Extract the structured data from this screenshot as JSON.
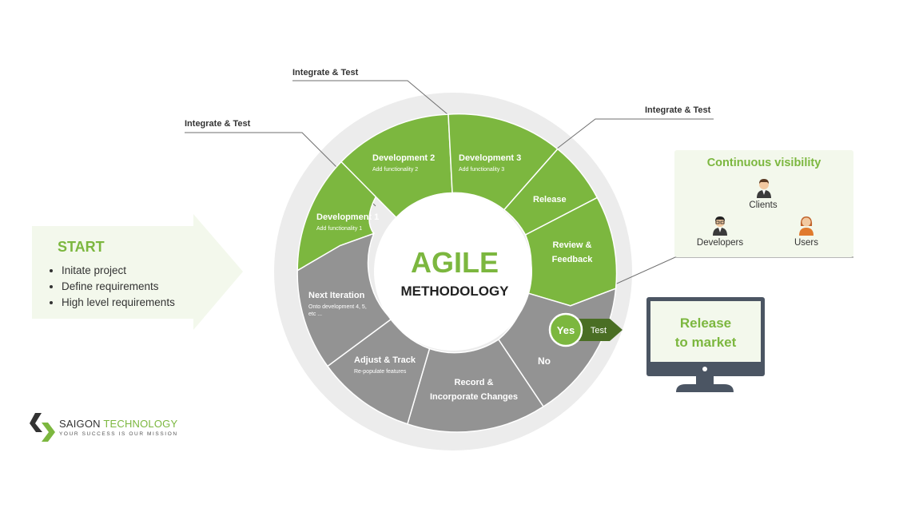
{
  "start": {
    "title": "START",
    "items": [
      "Initate project",
      "Define requirements",
      "High level requirements"
    ]
  },
  "center": {
    "title": "AGILE",
    "subtitle": "METHODOLOGY"
  },
  "segments": {
    "dev1": {
      "title": "Development 1",
      "sub": "Add functionality 1"
    },
    "dev2": {
      "title": "Development 2",
      "sub": "Add functionality 2"
    },
    "dev3": {
      "title": "Development 3",
      "sub": "Add functionality 3"
    },
    "release": {
      "title": "Release"
    },
    "review": {
      "line1": "Review &",
      "line2": "Feedback"
    },
    "no": {
      "title": "No"
    },
    "record": {
      "line1": "Record &",
      "line2": "Incorporate Changes"
    },
    "adjust": {
      "title": "Adjust & Track",
      "sub": "Re-populate features"
    },
    "next": {
      "title": "Next Iteration",
      "sub1": "Onto development 4, 5,",
      "sub2": "etc ..."
    }
  },
  "callouts": {
    "left": "Integrate & Test",
    "top": "Integrate & Test",
    "right": "Integrate & Test"
  },
  "decision": {
    "yes": "Yes",
    "test": "Test"
  },
  "visibility": {
    "title": "Continuous visibility",
    "clients": "Clients",
    "developers": "Developers",
    "users": "Users"
  },
  "release_market": {
    "line1": "Release",
    "line2": "to market"
  },
  "logo": {
    "name1": "SAIGON",
    "name2": "TECHNOLOGY",
    "tagline": "YOUR SUCCESS IS OUR MISSION"
  },
  "colors": {
    "green": "#7cb73f",
    "gray": "#939393",
    "dark_green": "#4a6e24",
    "ring": "#ececec",
    "panel": "#f3f8ec"
  }
}
